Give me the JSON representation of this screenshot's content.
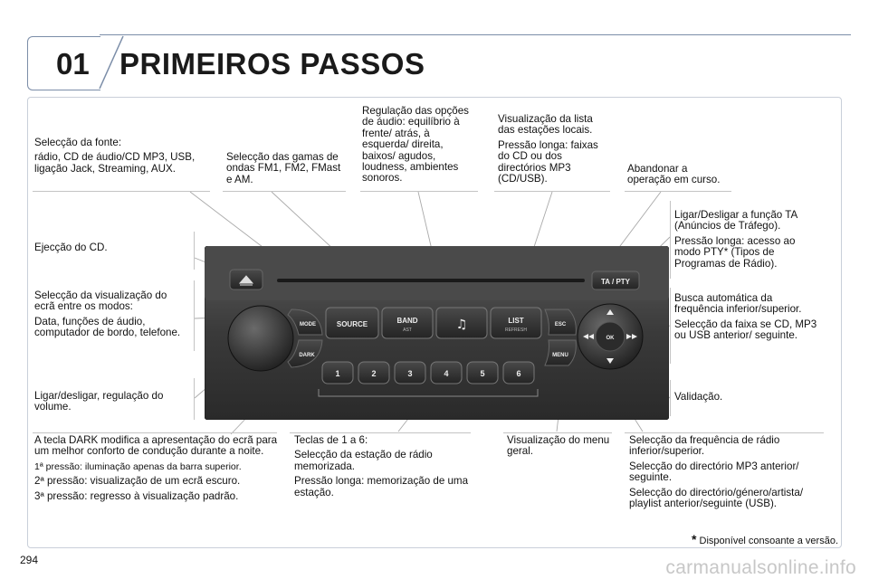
{
  "header": {
    "chapter": "01",
    "title": "PRIMEIROS PASSOS"
  },
  "page_number": "294",
  "watermark": "carmanualsonline.info",
  "footnote": {
    "star": "*",
    "text": "Disponível consoante a versão."
  },
  "labels": {
    "source": {
      "l1": "Selecção da fonte:",
      "l2": "rádio, CD de áudio/CD MP3, USB, ligação Jack, Streaming, AUX."
    },
    "bands": "Selecção das gamas de ondas FM1, FM2, FMast e AM.",
    "audio": "Regulação das opções de áudio: equilíbrio à frente/ atrás, à esquerda/ direita, baixos/ agudos, loudness, ambientes sonoros.",
    "list": {
      "l1": "Visualização da lista das estações locais.",
      "l2": "Pressão longa: faixas do CD ou dos directórios MP3 (CD/USB)."
    },
    "abandon": "Abandonar a operação em curso.",
    "ta": {
      "l1": "Ligar/Desligar a função TA (Anúncios de Tráfego).",
      "l2": "Pressão longa: acesso ao modo PTY* (Tipos de Programas de Rádio)."
    },
    "eject": "Ejecção do CD.",
    "mode": {
      "l1": "Selecção da visualização do ecrã entre os modos:",
      "l2": "Data, funções de áudio, computador de bordo, telefone."
    },
    "search": {
      "l1": "Busca automática da frequência inferior/superior.",
      "l2": "Selecção da faixa se CD, MP3 ou USB anterior/ seguinte."
    },
    "volume": "Ligar/desligar, regulação do volume.",
    "validation": "Validação.",
    "dark": {
      "l1": "A tecla DARK modifica a apresentação do ecrã para um melhor conforto de condução durante a noite.",
      "l2": "1ª pressão: iluminação apenas da barra superior.",
      "l3": "2ª pressão: visualização de um ecrã escuro.",
      "l4": "3ª pressão: regresso à visualização padrão."
    },
    "presets": {
      "l1": "Teclas de 1 a 6:",
      "l2": "Selecção da estação de rádio memorizada.",
      "l3": "Pressão longa: memorização de uma estação."
    },
    "menu": "Visualização do menu geral.",
    "freq": {
      "l1": "Selecção da frequência de rádio inferior/superior.",
      "l2": "Selecção do directório MP3 anterior/ seguinte.",
      "l3": "Selecção do directório/género/artista/ playlist anterior/seguinte (USB)."
    }
  },
  "radio": {
    "source": "SOURCE",
    "band": "BAND",
    "band_sub": "AST",
    "list": "LIST",
    "list_sub": "REFRESH",
    "esc": "ESC",
    "menu": "MENU",
    "mode": "MODE",
    "dark": "DARK",
    "ta_pty": "TA / PTY",
    "ok": "OK",
    "presets": [
      "1",
      "2",
      "3",
      "4",
      "5",
      "6"
    ]
  }
}
